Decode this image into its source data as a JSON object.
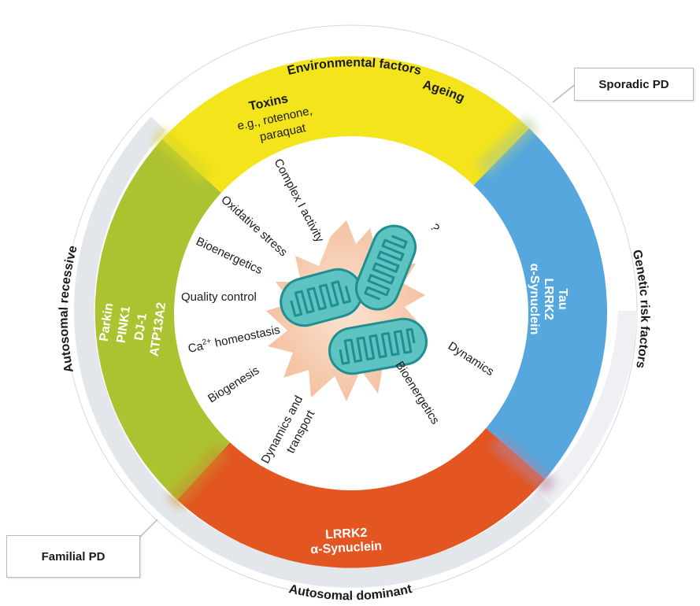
{
  "outer_ring": {
    "top": "Environmental factors",
    "bottom": "Autosomal dominant",
    "left": "Autosomal recessive",
    "right": "Genetic risk factors"
  },
  "callouts": {
    "sporadic": "Sporadic PD",
    "familial": "Familial PD"
  },
  "yellow_sector": {
    "toxins_title": "Toxins",
    "toxins_line1": "e.g., rotenone,",
    "toxins_line2": "paraquat",
    "ageing": "Ageing"
  },
  "blue_sector": {
    "genes": [
      "Tau",
      "LRRK2",
      "α-Synuclein"
    ]
  },
  "red_sector": {
    "genes": [
      "LRRK2",
      "α-Synuclein"
    ]
  },
  "green_sector": {
    "genes": [
      "Parkin",
      "PINK1",
      "DJ-1",
      "ATP13A2"
    ]
  },
  "inner": {
    "complex_i": "Complex I activity",
    "oxidative_stress": "Oxidative stress",
    "bioenergetics_upper": "Bioenergetics",
    "quality_control": "Quality control",
    "ca_prefix": "Ca",
    "ca_sup": "2+",
    "ca_suffix": " homeostasis",
    "biogenesis": "Biogenesis",
    "dynamics_transport_1": "Dynamics and",
    "dynamics_transport_2": "transport",
    "bioenergetics_lower": "Bioenergetics",
    "dynamics": "Dynamics",
    "unknown": "?"
  },
  "colors": {
    "outer_ring": "#e4e8ee",
    "yellow": "#f4e41b",
    "blue": "#55a7dd",
    "red": "#e35521",
    "green": "#adc231",
    "mito_fill": "#5ec3c1",
    "mito_stroke": "#1f8f91",
    "burst": "#f6cdb0"
  }
}
